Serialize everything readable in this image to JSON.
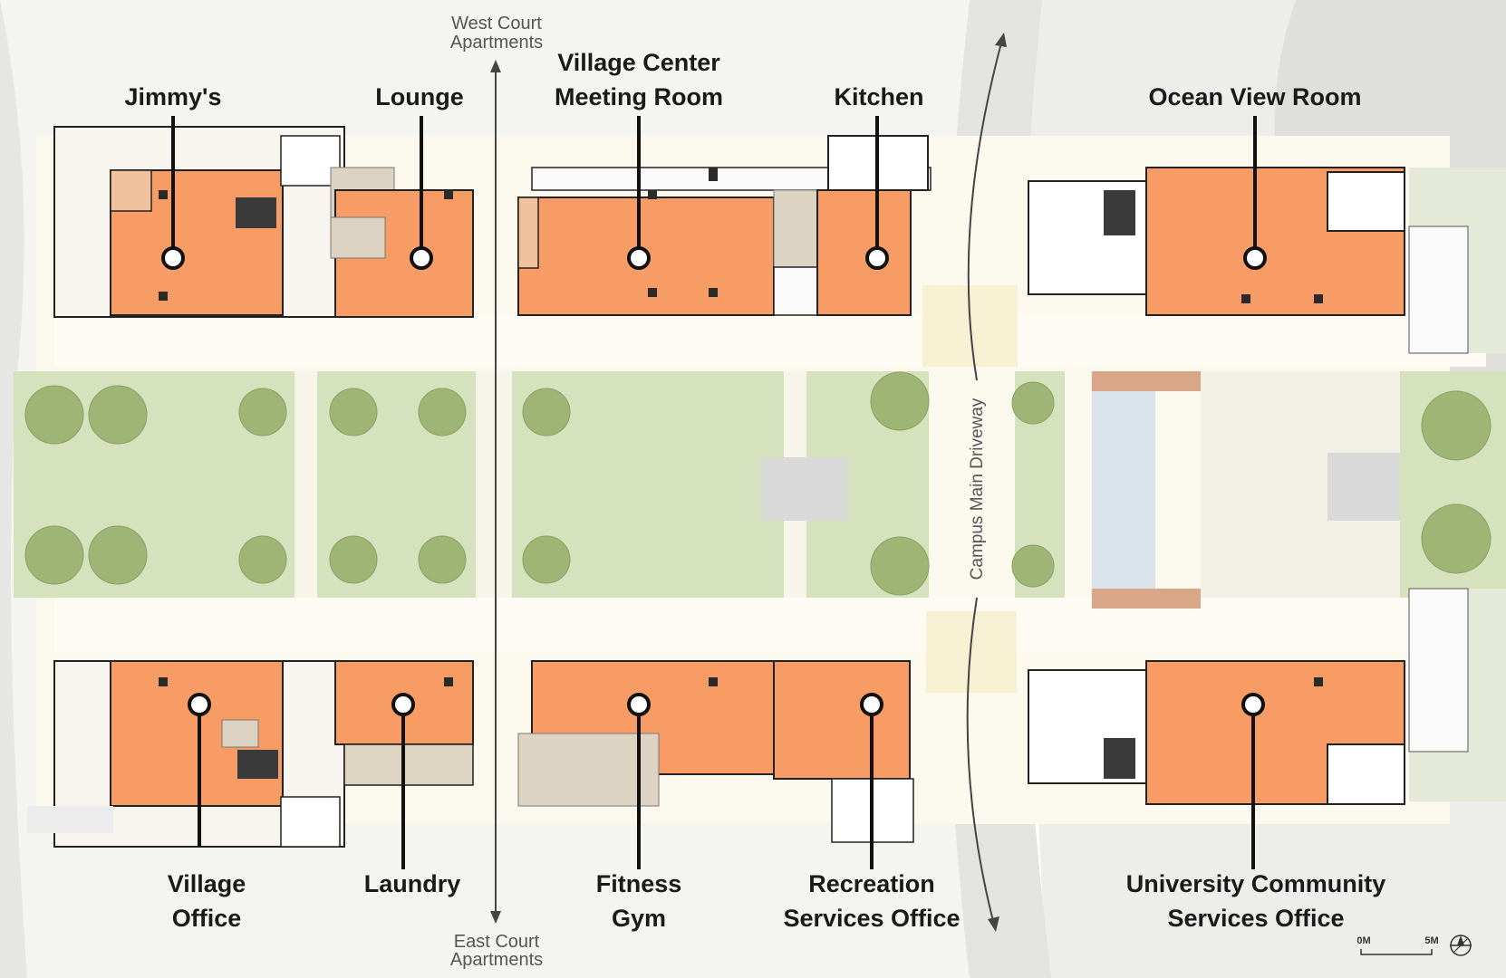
{
  "labels": {
    "jimmys": "Jimmy's",
    "lounge": "Lounge",
    "village_center_line1": "Village Center",
    "village_center_line2": "Meeting Room",
    "kitchen": "Kitchen",
    "ocean_view_room": "Ocean View Room",
    "village_office_line1": "Village",
    "village_office_line2": "Office",
    "laundry": "Laundry",
    "fitness_line1": "Fitness",
    "fitness_line2": "Gym",
    "recreation_line1": "Recreation",
    "recreation_line2": "Services Office",
    "ucso_line1": "University Community",
    "ucso_line2": "Services Office"
  },
  "directions": {
    "west_line1": "West Court",
    "west_line2": "Apartments",
    "east_line1": "East Court",
    "east_line2": "Apartments",
    "driveway": "Campus Main Driveway"
  },
  "scale_bar": {
    "start": "0M",
    "end": "5M"
  },
  "icons": {
    "compass": "north-arrow-icon"
  },
  "colors": {
    "room": "#f79c64",
    "lawn": "#d6e2bd",
    "paving": "#fbf8ee",
    "road": "#e9e9e9"
  }
}
